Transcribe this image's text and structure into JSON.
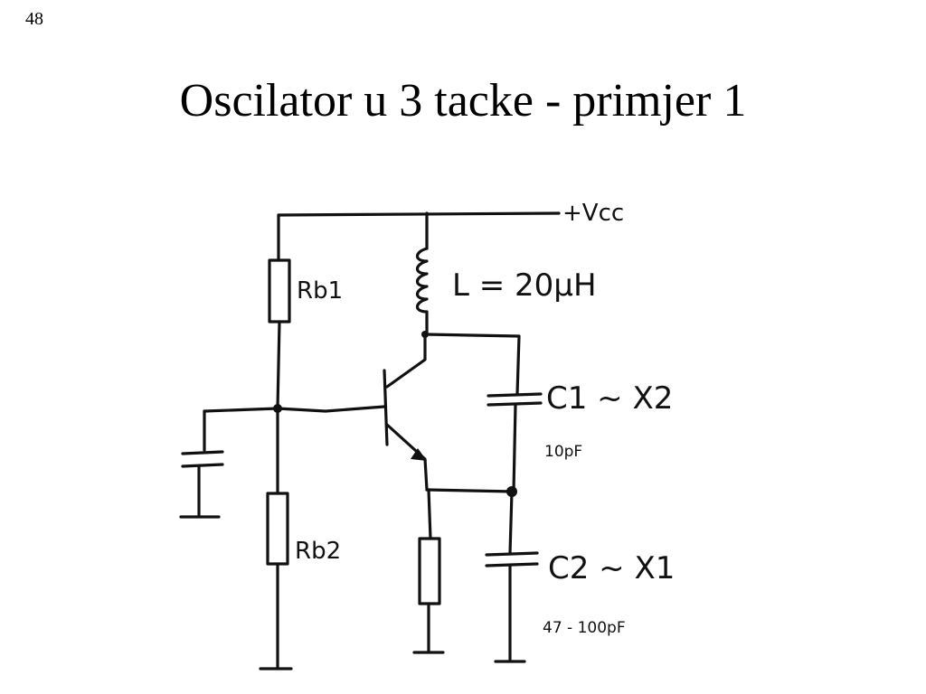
{
  "slide": {
    "number": "48",
    "title": "Oscilator u 3 tacke - primjer 1"
  },
  "schematic": {
    "labels": {
      "vcc": "+Vcc",
      "inductor": "L = 20μH",
      "rb1": "Rb1",
      "rb2": "Rb2",
      "c1": "C1 ~ X2",
      "c1_value": "10pF",
      "c2": "C2 ~ X1",
      "c2_value": "47 - 100pF"
    }
  }
}
